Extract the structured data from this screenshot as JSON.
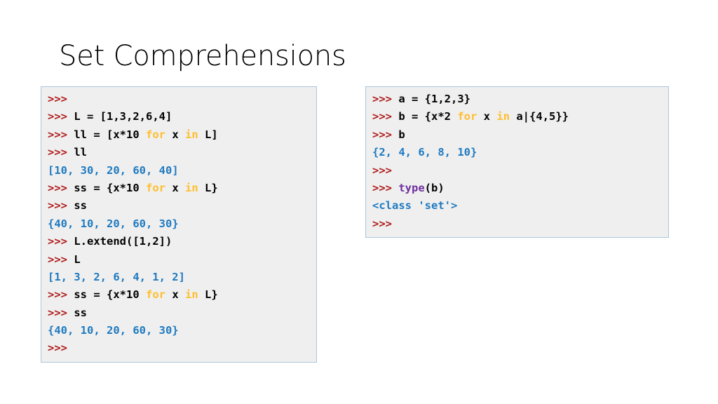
{
  "slide": {
    "title": "Set Comprehensions",
    "background_color": "#ffffff"
  },
  "theme": {
    "prompt_color": "#b01e1e",
    "code_color": "#000000",
    "keyword_color": "#ffbf2e",
    "output_color": "#1f7ac0",
    "builtin_color": "#7030a0",
    "console_background": "#efefef",
    "console_border": "#a9c5de",
    "title_color": "#000000"
  },
  "console_left": {
    "name": "python-shell-list-and-set-comprehension",
    "lines": [
      {
        "id": "l1",
        "plain": ">>>",
        "tokens": [
          {
            "t": ">>>",
            "c": "prompt"
          }
        ]
      },
      {
        "id": "l2",
        "plain": ">>> L = [1,3,2,6,4]",
        "tokens": [
          {
            "t": ">>>",
            "c": "prompt"
          },
          {
            "t": " L = [1,3,2,6,4]",
            "c": "code"
          }
        ]
      },
      {
        "id": "l3",
        "plain": ">>> ll = [x*10 for x in L]",
        "tokens": [
          {
            "t": ">>>",
            "c": "prompt"
          },
          {
            "t": " ll = [x*10 ",
            "c": "code"
          },
          {
            "t": "for",
            "c": "kw"
          },
          {
            "t": " x ",
            "c": "code"
          },
          {
            "t": "in",
            "c": "kw"
          },
          {
            "t": " L]",
            "c": "code"
          }
        ]
      },
      {
        "id": "l4",
        "plain": ">>> ll",
        "tokens": [
          {
            "t": ">>>",
            "c": "prompt"
          },
          {
            "t": " ll",
            "c": "code"
          }
        ]
      },
      {
        "id": "l5",
        "plain": "[10, 30, 20, 60, 40]",
        "tokens": [
          {
            "t": "[10, 30, 20, 60, 40]",
            "c": "out"
          }
        ]
      },
      {
        "id": "l6",
        "plain": ">>> ss = {x*10 for x in L}",
        "tokens": [
          {
            "t": ">>>",
            "c": "prompt"
          },
          {
            "t": " ss = {x*10 ",
            "c": "code"
          },
          {
            "t": "for",
            "c": "kw"
          },
          {
            "t": " x ",
            "c": "code"
          },
          {
            "t": "in",
            "c": "kw"
          },
          {
            "t": " L}",
            "c": "code"
          }
        ]
      },
      {
        "id": "l7",
        "plain": ">>> ss",
        "tokens": [
          {
            "t": ">>>",
            "c": "prompt"
          },
          {
            "t": " ss",
            "c": "code"
          }
        ]
      },
      {
        "id": "l8",
        "plain": "{40, 10, 20, 60, 30}",
        "tokens": [
          {
            "t": "{40, 10, 20, 60, 30}",
            "c": "out"
          }
        ]
      },
      {
        "id": "l9",
        "plain": ">>> L.extend([1,2])",
        "tokens": [
          {
            "t": ">>>",
            "c": "prompt"
          },
          {
            "t": " L.extend([1,2])",
            "c": "code"
          }
        ]
      },
      {
        "id": "l10",
        "plain": ">>> L",
        "tokens": [
          {
            "t": ">>>",
            "c": "prompt"
          },
          {
            "t": " L",
            "c": "code"
          }
        ]
      },
      {
        "id": "l11",
        "plain": "[1, 3, 2, 6, 4, 1, 2]",
        "tokens": [
          {
            "t": "[1, 3, 2, 6, 4, 1, 2]",
            "c": "out"
          }
        ]
      },
      {
        "id": "l12",
        "plain": ">>> ss = {x*10 for x in L}",
        "tokens": [
          {
            "t": ">>>",
            "c": "prompt"
          },
          {
            "t": " ss = {x*10 ",
            "c": "code"
          },
          {
            "t": "for",
            "c": "kw"
          },
          {
            "t": " x ",
            "c": "code"
          },
          {
            "t": "in",
            "c": "kw"
          },
          {
            "t": " L}",
            "c": "code"
          }
        ]
      },
      {
        "id": "l13",
        "plain": ">>> ss",
        "tokens": [
          {
            "t": ">>>",
            "c": "prompt"
          },
          {
            "t": " ss",
            "c": "code"
          }
        ]
      },
      {
        "id": "l14",
        "plain": "{40, 10, 20, 60, 30}",
        "tokens": [
          {
            "t": "{40, 10, 20, 60, 30}",
            "c": "out"
          }
        ]
      },
      {
        "id": "l15",
        "plain": ">>>",
        "tokens": [
          {
            "t": ">>>",
            "c": "prompt"
          }
        ]
      }
    ]
  },
  "console_right": {
    "name": "python-shell-set-union-comprehension",
    "lines": [
      {
        "id": "r1",
        "plain": ">>> a = {1,2,3}",
        "tokens": [
          {
            "t": ">>>",
            "c": "prompt"
          },
          {
            "t": " a = {1,2,3}",
            "c": "code"
          }
        ]
      },
      {
        "id": "r2",
        "plain": ">>> b = {x*2 for x in a|{4,5}}",
        "tokens": [
          {
            "t": ">>>",
            "c": "prompt"
          },
          {
            "t": " b = {x*2 ",
            "c": "code"
          },
          {
            "t": "for",
            "c": "kw"
          },
          {
            "t": " x ",
            "c": "code"
          },
          {
            "t": "in",
            "c": "kw"
          },
          {
            "t": " a|{4,5}}",
            "c": "code"
          }
        ]
      },
      {
        "id": "r3",
        "plain": ">>> b",
        "tokens": [
          {
            "t": ">>>",
            "c": "prompt"
          },
          {
            "t": " b",
            "c": "code"
          }
        ]
      },
      {
        "id": "r4",
        "plain": "{2, 4, 6, 8, 10}",
        "tokens": [
          {
            "t": "{2, 4, 6, 8, 10}",
            "c": "out"
          }
        ]
      },
      {
        "id": "r5",
        "plain": ">>>",
        "tokens": [
          {
            "t": ">>>",
            "c": "prompt"
          }
        ]
      },
      {
        "id": "r6",
        "plain": ">>> type(b)",
        "tokens": [
          {
            "t": ">>>",
            "c": "prompt"
          },
          {
            "t": " ",
            "c": "code"
          },
          {
            "t": "type",
            "c": "builtin"
          },
          {
            "t": "(b)",
            "c": "code"
          }
        ]
      },
      {
        "id": "r7",
        "plain": "<class 'set'>",
        "tokens": [
          {
            "t": "<class 'set'>",
            "c": "out"
          }
        ]
      },
      {
        "id": "r8",
        "plain": ">>>",
        "tokens": [
          {
            "t": ">>>",
            "c": "prompt"
          }
        ]
      }
    ]
  }
}
